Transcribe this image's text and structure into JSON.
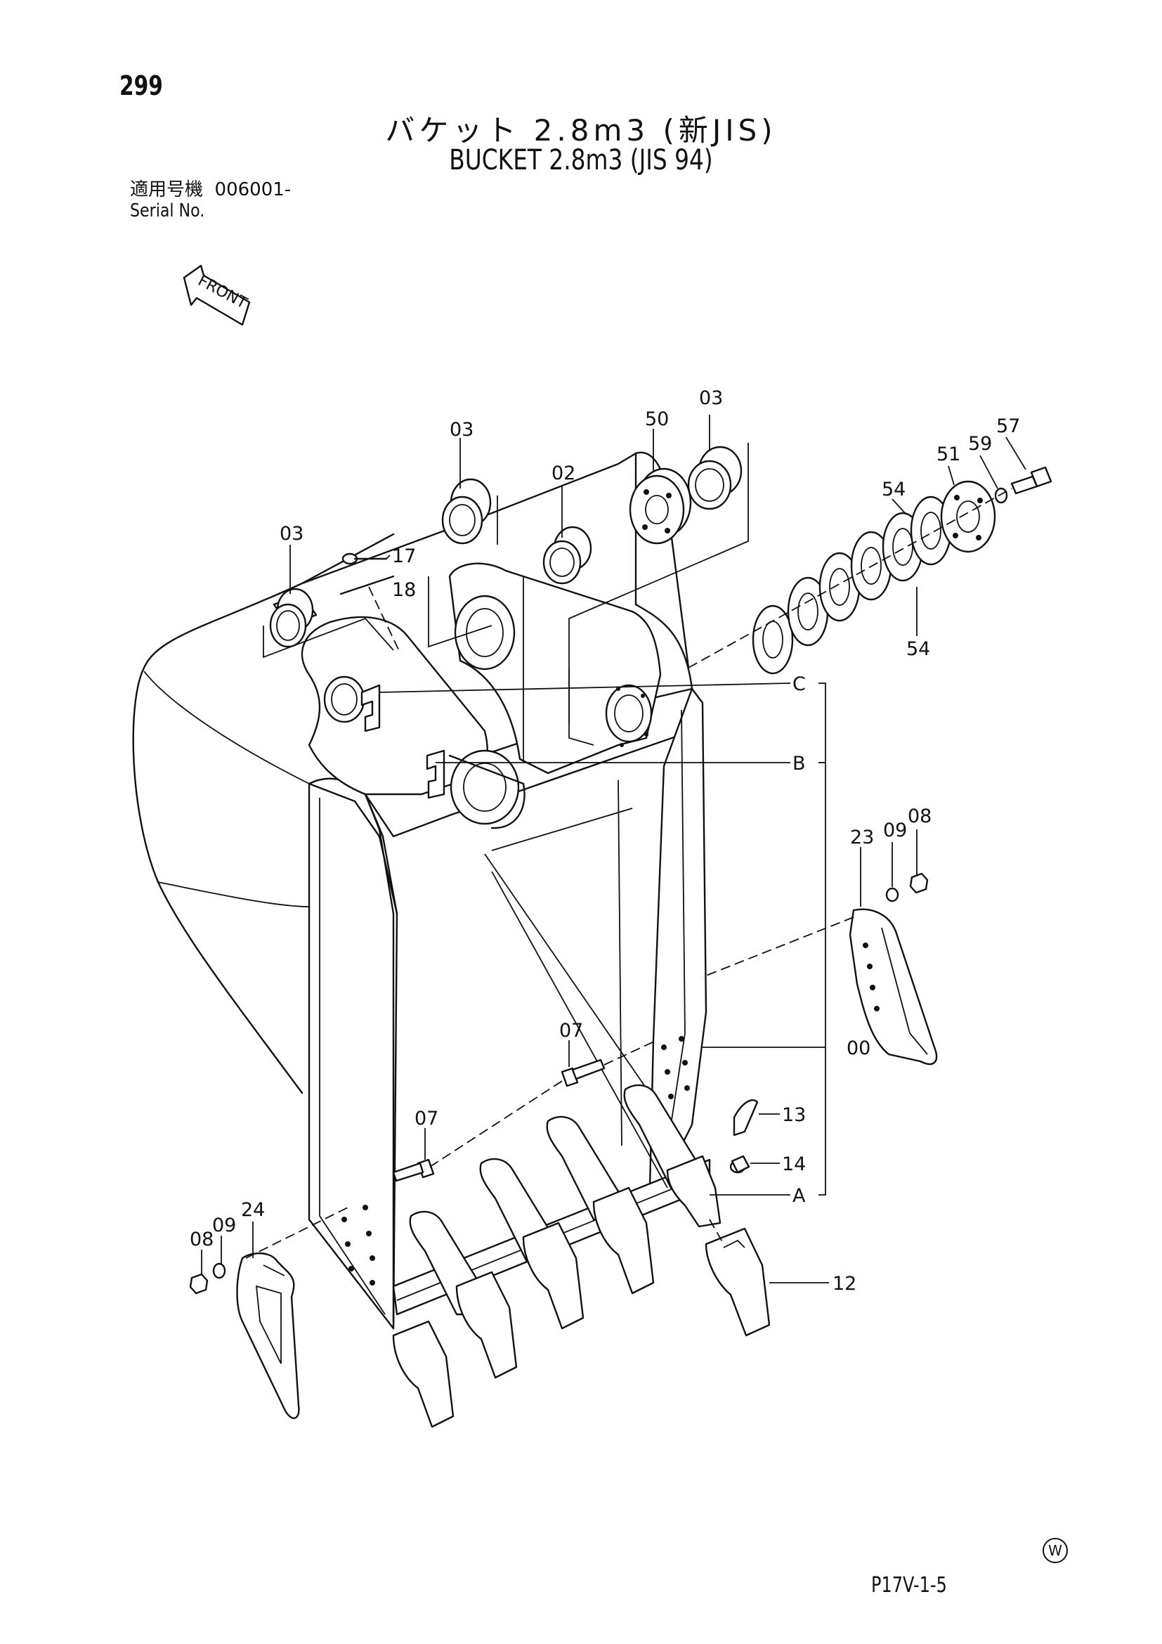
{
  "page": {
    "number": "299",
    "footer_code": "P17V-1-5",
    "w_mark": "W"
  },
  "title": {
    "japanese": "バケット 2.8m3 (新JIS)",
    "english": "BUCKET 2.8m3 (JIS 94)"
  },
  "serial": {
    "label_jp": "適用号機",
    "value": "006001-",
    "label_en": "Serial No."
  },
  "front_indicator": "FRONT",
  "callouts": {
    "bushing_left": "03",
    "bushing_mid": "03",
    "bushing_right": "03",
    "bushing_center": "02",
    "shim_plate": "50",
    "plate_51": "51",
    "washer_59": "59",
    "bolt_57": "57",
    "shim_54_top": "54",
    "shim_54_bottom": "54",
    "screw_17": "17",
    "plate_18": "18",
    "ref_c": "C",
    "ref_b": "B",
    "ref_a": "A",
    "bucket_body": "00",
    "side_cutter_right": "23",
    "washer_right": "09",
    "nut_right": "08",
    "bolt_07_right": "07",
    "bolt_07_left": "07",
    "pin_13": "13",
    "lock_14": "14",
    "tooth_12": "12",
    "side_cutter_left": "24",
    "washer_left": "09",
    "nut_left": "08"
  }
}
